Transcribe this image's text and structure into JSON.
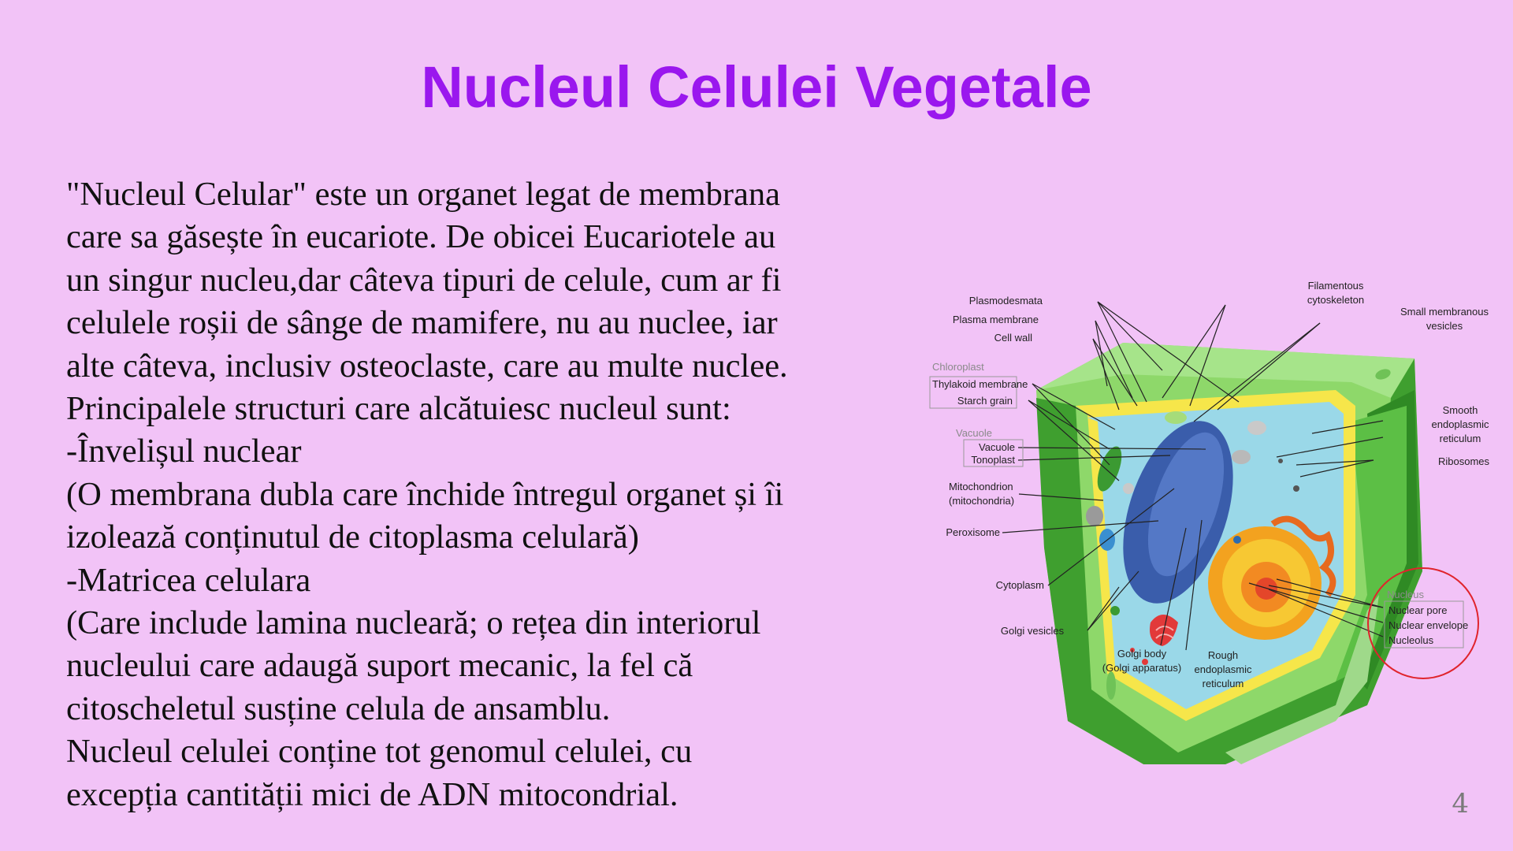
{
  "slide": {
    "title": "Nucleul Celulei Vegetale",
    "page_number": "4",
    "body_lines": [
      "\"Nucleul Celular\" este un organet legat de membrana",
      "care sa găsește în eucariote. De obicei Eucariotele au",
      "un singur nucleu,dar câteva tipuri de celule, cum ar fi",
      "celulele roșii de sânge  de mamifere, nu au nuclee, iar",
      "alte câteva, inclusiv osteoclaste, care au multe nuclee.",
      "Principalele structuri care alcătuiesc nucleul sunt:",
      "-Învelișul nuclear",
      "(O membrana dubla care închide întregul organet și îi",
      "izolează conținutul de citoplasma celulară)",
      "-Matricea celulara",
      "(Care include lamina nucleară; o rețea din interiorul",
      "nucleului care adaugă suport mecanic, la fel că",
      "citoscheletul susține celula de ansamblu.",
      "Nucleul celulei conține tot genomul celulei, cu",
      "excepția cantității mici de ADN mitocondrial."
    ]
  },
  "diagram": {
    "labels": {
      "plasmodesmata": "Plasmodesmata",
      "plasma_membrane": "Plasma membrane",
      "cell_wall": "Cell wall",
      "chloroplast": "Chloroplast",
      "thylakoid": "Thylakoid membrane",
      "starch": "Starch grain",
      "vacuole_group": "Vacuole",
      "vacuole": "Vacuole",
      "tonoplast": "Tonoplast",
      "mito_1": "Mitochondrion",
      "mito_2": "(mitochondria)",
      "peroxisome": "Peroxisome",
      "cytoplasm": "Cytoplasm",
      "golgi_vesicles": "Golgi vesicles",
      "golgi_body_1": "Golgi body",
      "golgi_body_2": "(Golgi apparatus)",
      "rough_er_1": "Rough",
      "rough_er_2": "endoplasmic",
      "rough_er_3": "reticulum",
      "filamentous_1": "Filamentous",
      "filamentous_2": "cytoskeleton",
      "small_vesicles_1": "Small membranous",
      "small_vesicles_2": "vesicles",
      "smooth_er_1": "Smooth",
      "smooth_er_2": "endoplasmic",
      "smooth_er_3": "reticulum",
      "ribosomes": "Ribosomes",
      "nucleus_group": "Nucleus",
      "nuclear_pore": "Nuclear pore",
      "nuclear_envelope": "Nuclear envelope",
      "nucleolus": "Nucleolus"
    },
    "colors": {
      "title": "#9a17ee",
      "background": "#f2c3f7",
      "cell_wall": "#4caf36",
      "highlight_circle": "#e0242c"
    }
  }
}
